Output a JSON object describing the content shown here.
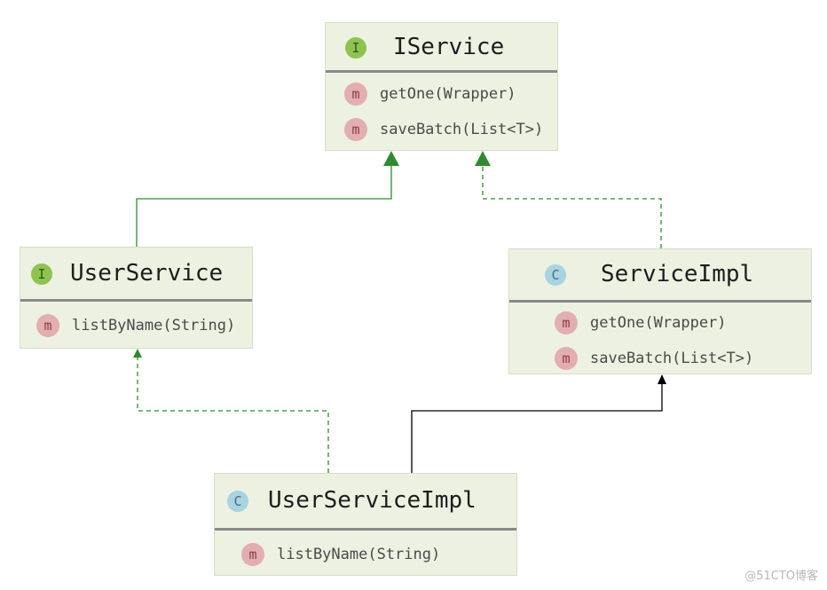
{
  "colors": {
    "box_fill": "#ecf1e2",
    "interface_badge": "#8fc34f",
    "class_badge": "#a9d3df",
    "method_badge": "#e3aeb0",
    "interface_extends_edge": "#2e8b2e",
    "implements_edge": "#2e8b2e",
    "class_extends_edge": "#000000"
  },
  "icons": {
    "interface": "I",
    "class": "C",
    "method": "m"
  },
  "nodes": {
    "iservice": {
      "kind": "interface",
      "name": "IService",
      "methods": [
        "getOne(Wrapper)",
        "saveBatch(List<T>)"
      ]
    },
    "userservice": {
      "kind": "interface",
      "name": "UserService",
      "methods": [
        "listByName(String)"
      ]
    },
    "serviceimpl": {
      "kind": "class",
      "name": "ServiceImpl",
      "methods": [
        "getOne(Wrapper)",
        "saveBatch(List<T>)"
      ]
    },
    "userserviceimpl": {
      "kind": "class",
      "name": "UserServiceImpl",
      "methods": [
        "listByName(String)"
      ]
    }
  },
  "edges": [
    {
      "from": "UserService",
      "to": "IService",
      "type": "extends",
      "style": "solid"
    },
    {
      "from": "ServiceImpl",
      "to": "IService",
      "type": "implements",
      "style": "dashed"
    },
    {
      "from": "UserServiceImpl",
      "to": "UserService",
      "type": "implements",
      "style": "dashed"
    },
    {
      "from": "UserServiceImpl",
      "to": "ServiceImpl",
      "type": "extends",
      "style": "solid"
    }
  ],
  "watermark": "@51CTO博客"
}
